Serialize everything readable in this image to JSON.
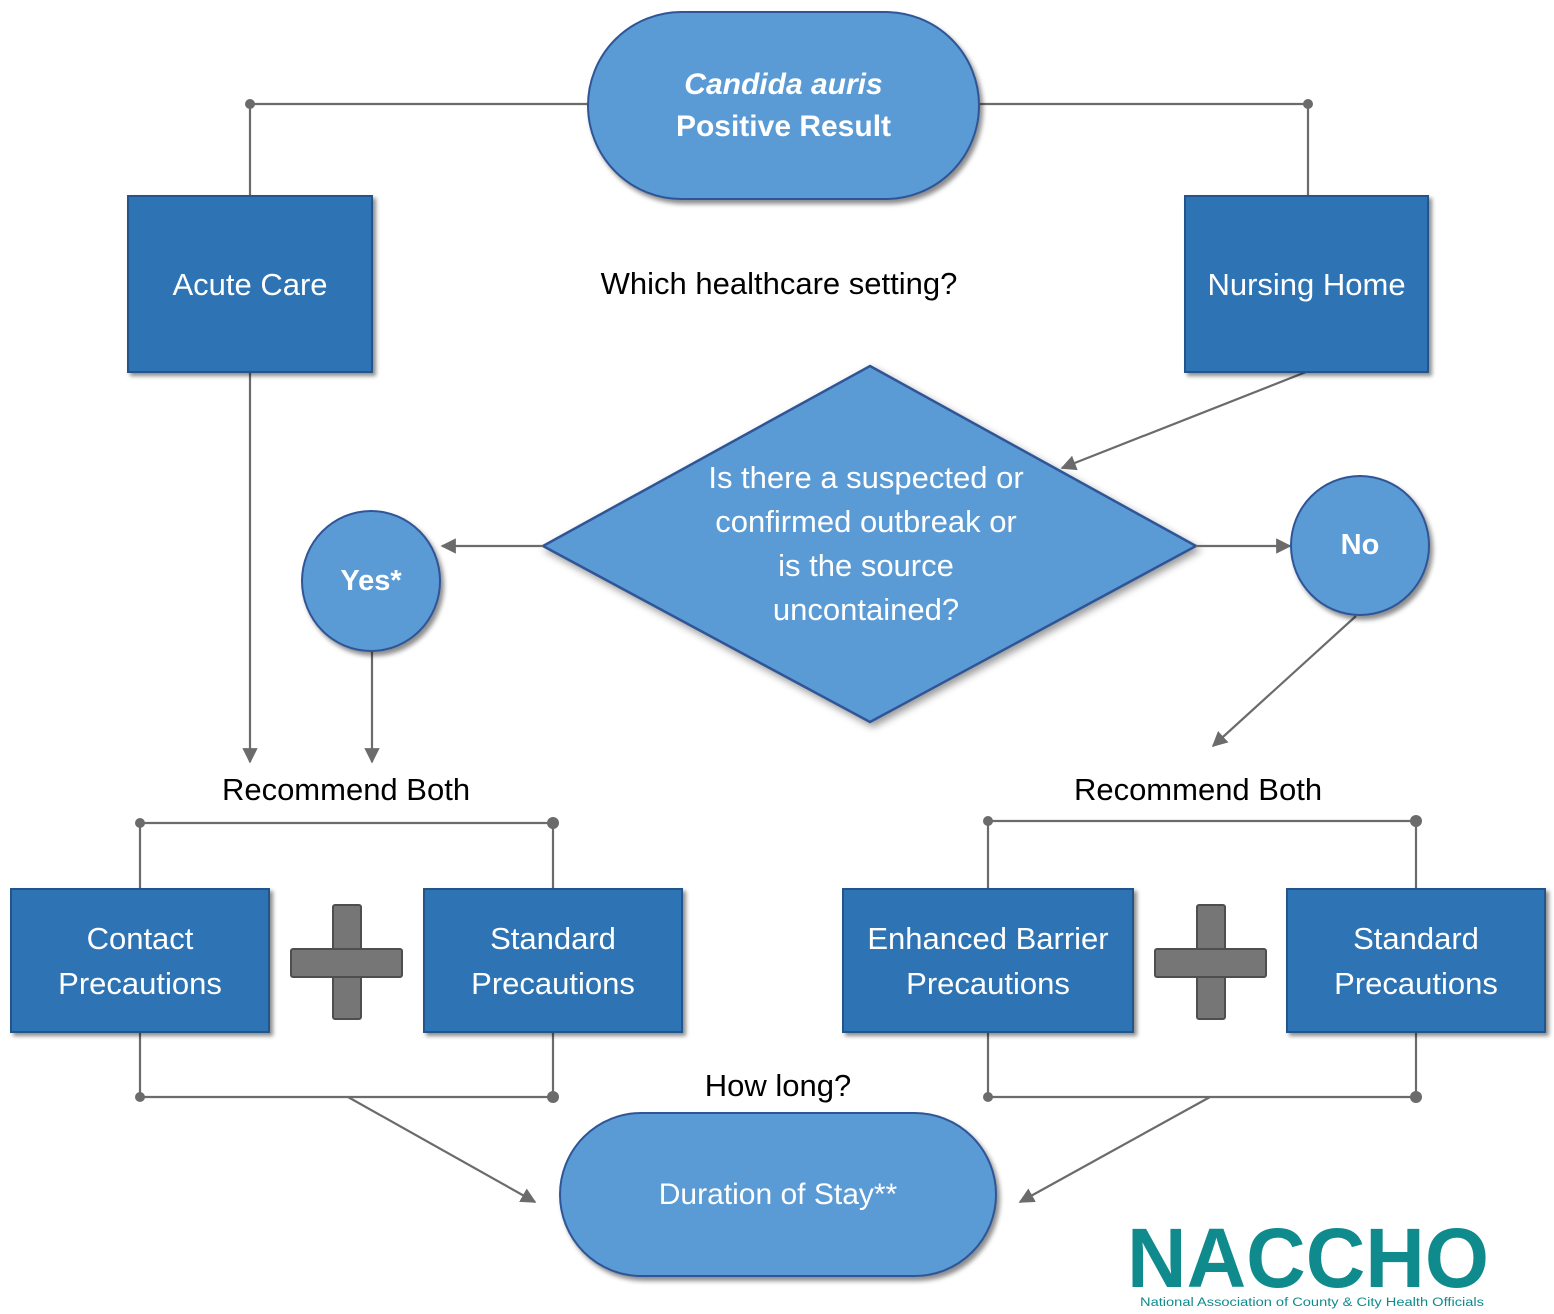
{
  "start": {
    "line1": "Candida auris",
    "line2": "Positive Result"
  },
  "question_setting": "Which healthcare setting?",
  "settings": {
    "acute_care": "Acute Care",
    "nursing_home": "Nursing Home"
  },
  "decision": {
    "line1": "Is there a suspected or",
    "line2": "confirmed outbreak or",
    "line3": "is the source",
    "line4": "uncontained?"
  },
  "answers": {
    "yes": "Yes*",
    "no": "No"
  },
  "recommend_left": "Recommend Both",
  "recommend_right": "Recommend Both",
  "precautions_left": {
    "contact_line1": "Contact",
    "contact_line2": "Precautions",
    "standard_line1": "Standard",
    "standard_line2": "Precautions"
  },
  "precautions_right": {
    "enhanced_line1": "Enhanced Barrier",
    "enhanced_line2": "Precautions",
    "standard_line1": "Standard",
    "standard_line2": "Precautions"
  },
  "question_duration": "How long?",
  "end": "Duration of Stay**",
  "logo": {
    "name": "NACCHO",
    "tagline": "National Association of County & City Health Officials"
  },
  "colors": {
    "dark_box": "#2e74b5",
    "light_shape": "#5b9bd5",
    "outline": "#2f5597",
    "connector": "#6b6b6b",
    "plus": "#767676",
    "logo": "#0f8b8d"
  }
}
